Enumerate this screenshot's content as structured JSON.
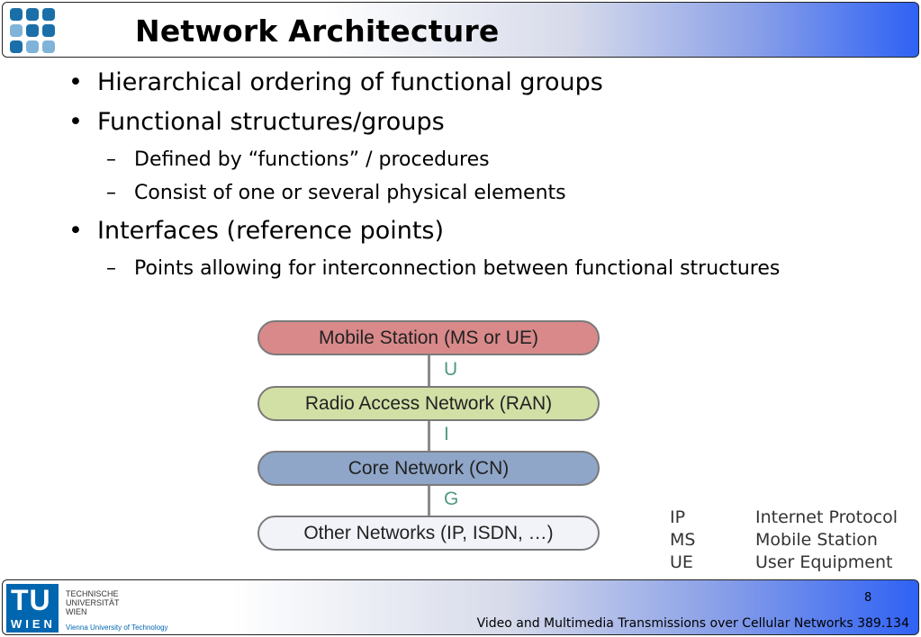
{
  "header": {
    "title": "Network Architecture",
    "logo_icon": "dot-grid-logo-icon"
  },
  "bullets": [
    {
      "level": 1,
      "text": "Hierarchical ordering of functional groups"
    },
    {
      "level": 1,
      "text": "Functional structures/groups"
    },
    {
      "level": 2,
      "text": "Defined by “functions” / procedures"
    },
    {
      "level": 2,
      "text": "Consist of one or several physical elements"
    },
    {
      "level": 1,
      "text": "Interfaces (reference points)"
    },
    {
      "level": 2,
      "text": "Points allowing for interconnection between functional structures"
    }
  ],
  "bullet_symbols": {
    "level1": "•",
    "level2": "–"
  },
  "diagram": {
    "boxes": [
      {
        "label": "Mobile Station (MS or UE)",
        "color": "#d9898a"
      },
      {
        "label": "Radio Access Network (RAN)",
        "color": "#d2e0a6"
      },
      {
        "label": "Core Network (CN)",
        "color": "#8fa6c9"
      },
      {
        "label": "Other Networks (IP, ISDN, …)",
        "color": "#f1f3f8"
      }
    ],
    "interfaces": [
      "U",
      "I",
      "G"
    ],
    "interface_color": "#4f9a7f"
  },
  "legend": [
    {
      "abbr": "IP",
      "full": "Internet Protocol"
    },
    {
      "abbr": "MS",
      "full": "Mobile Station"
    },
    {
      "abbr": "UE",
      "full": "User Equipment"
    }
  ],
  "footer": {
    "page_number": "8",
    "course": "Video and Multimedia Transmissions over Cellular Networks 389.134",
    "logo": {
      "mark_top": "TU",
      "mark_bottom": "WIEN",
      "line1": "TECHNISCHE",
      "line2": "UNIVERSITÄT",
      "line3": "WIEN",
      "sub": "Vienna University of Technology"
    }
  },
  "colors": {
    "header_accent": "#2f62f4",
    "tu_blue": "#0066b0"
  }
}
